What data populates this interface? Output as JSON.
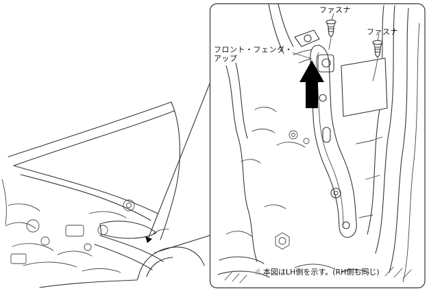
{
  "figure": {
    "labels": {
      "fastener_top": "ファスナ",
      "fastener_right": "ファスナ",
      "part_name_line1": "フロント・フェンダ・",
      "part_name_line2": "アップ",
      "note_text": "本図はLH側を示す。(RH側も同じ)",
      "note_icon": "☝"
    },
    "colors": {
      "line": "#333333",
      "arrow_fill": "#000000",
      "background": "#ffffff"
    }
  }
}
